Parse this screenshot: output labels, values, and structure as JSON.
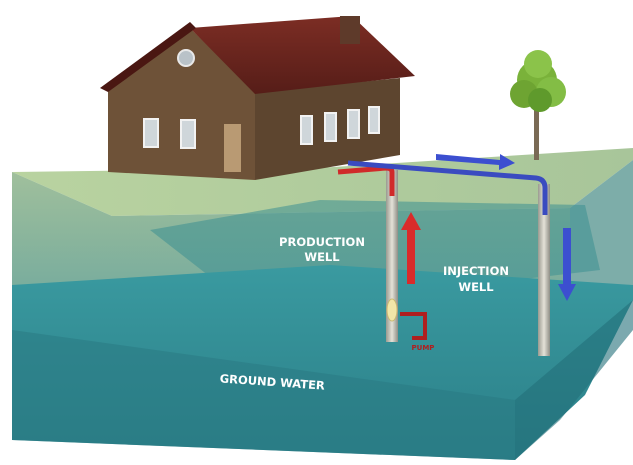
{
  "labels": {
    "production_well_line1": "PRODUCTION",
    "production_well_line2": "WELL",
    "injection_well_line1": "INJECTION",
    "injection_well_line2": "WELL",
    "ground_water": "GROUND WATER",
    "pump": "PUMP"
  },
  "colors": {
    "production_pipe": "#d02a2a",
    "injection_pipe": "#3a4bc0",
    "ground_surface": "#a9c48f",
    "ground_water": "#2f8b92",
    "house_wall": "#6e5238",
    "roof": "#6b2620"
  }
}
